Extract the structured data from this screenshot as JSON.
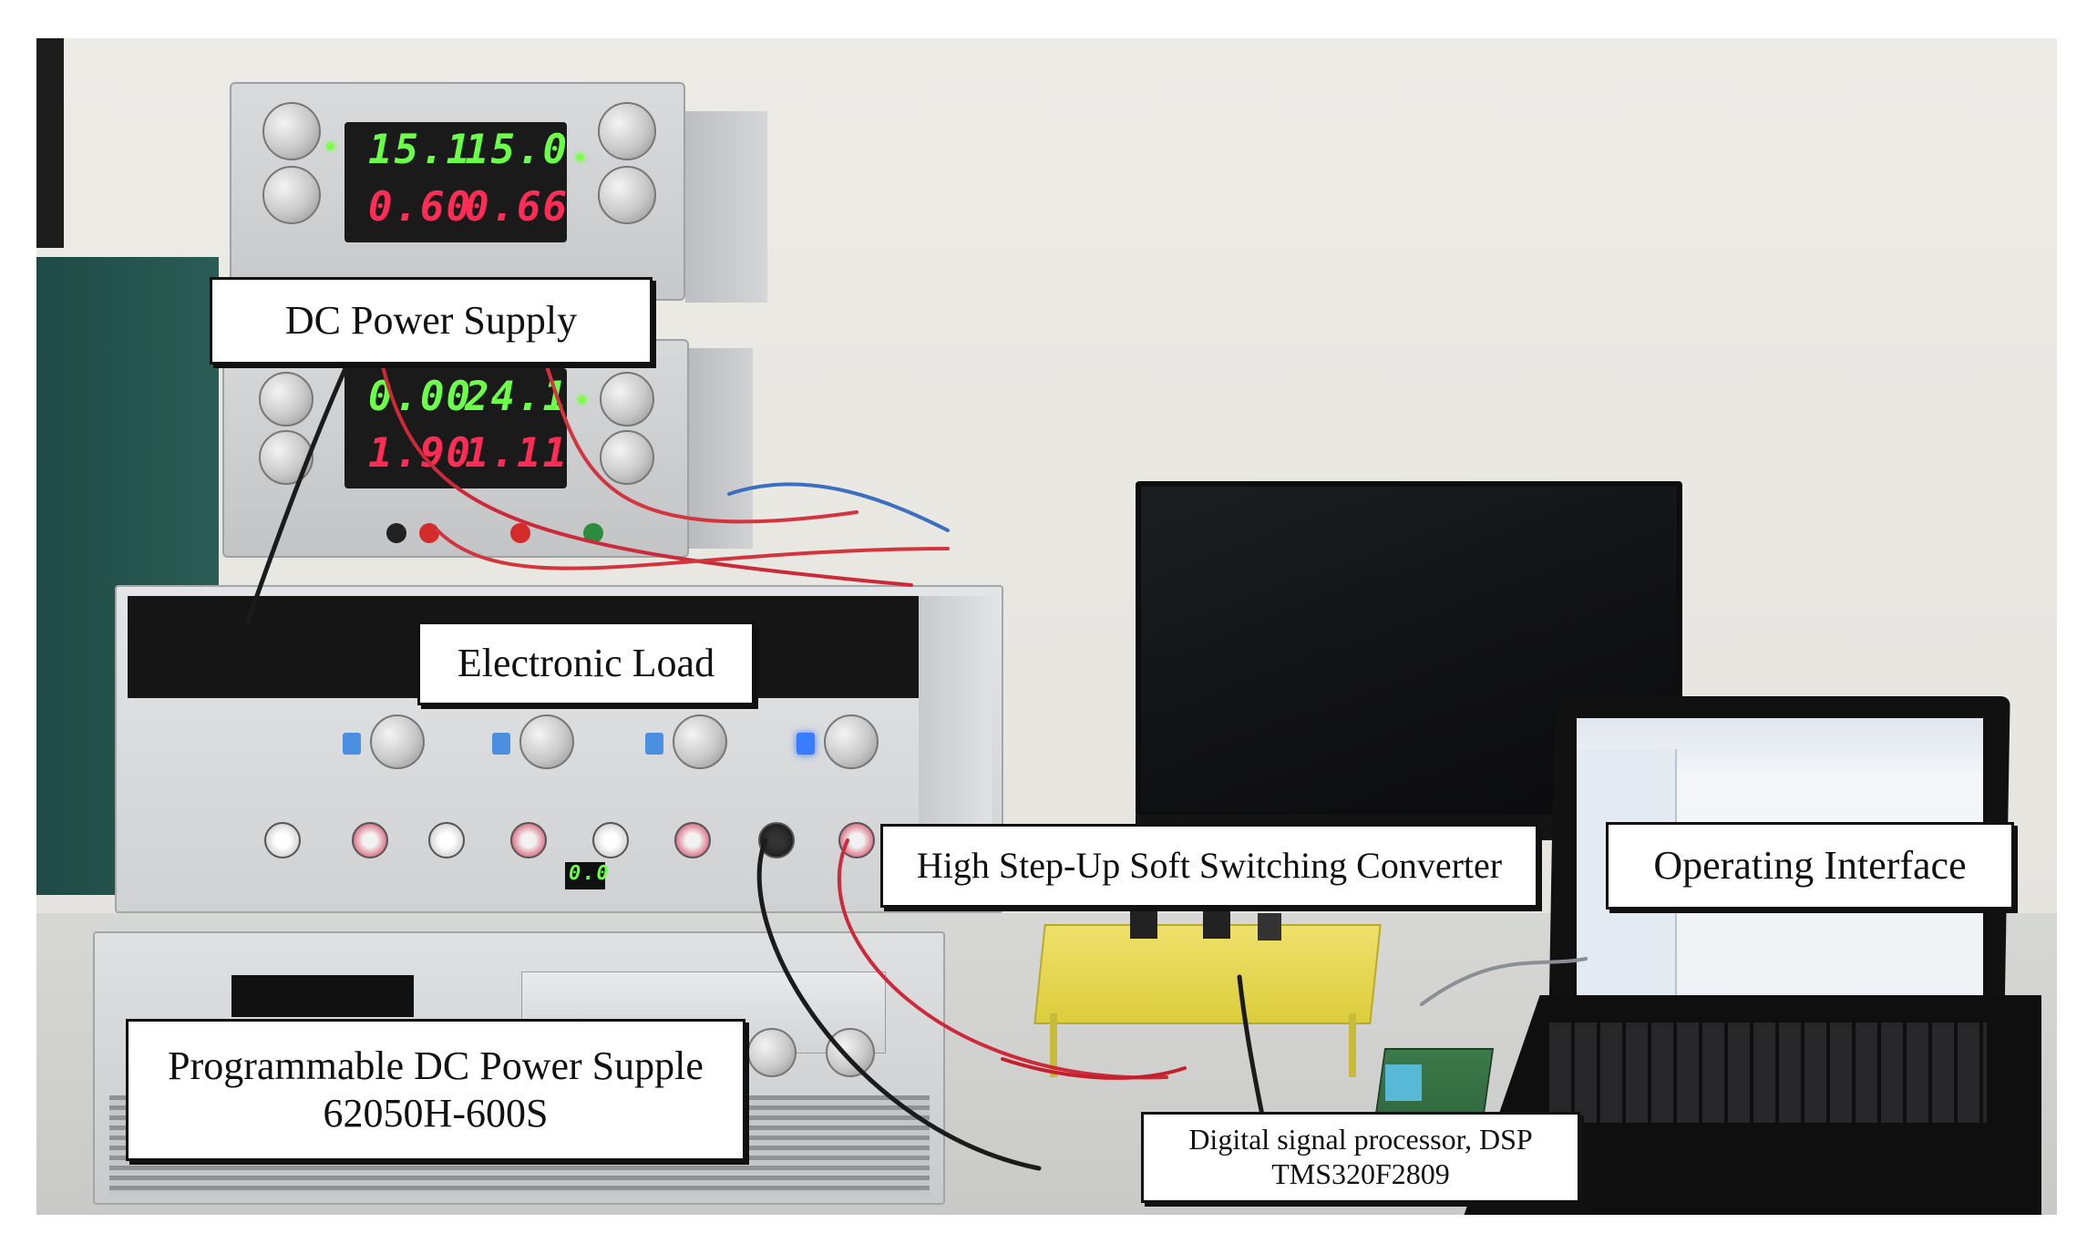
{
  "labels": {
    "dc_power_supply": "DC Power Supply",
    "electronic_load": "Electronic Load",
    "converter": "High Step-Up Soft Switching Converter",
    "operating_interface": "Operating Interface",
    "programmable_supply_line1": "Programmable DC Power Supple",
    "programmable_supply_line2": "62050H-600S",
    "dsp_line1": "Digital signal processor, DSP",
    "dsp_line2": "TMS320F2809"
  },
  "displays": {
    "top_supply_v1": "15.1",
    "top_supply_v2": "15.0",
    "top_supply_a1": "0.60",
    "top_supply_a2": "0.66",
    "lower_supply_v1": "0.00",
    "lower_supply_v2": "24.1",
    "lower_supply_a1": "1.90",
    "lower_supply_a2": "1.11",
    "load_small_display": "0.0"
  },
  "colors": {
    "lcd_green": "#6cff4a",
    "lcd_red": "#ff2d55",
    "pcb_yellow": "#e7d94a",
    "instrument_gray": "#d2d4d6"
  }
}
